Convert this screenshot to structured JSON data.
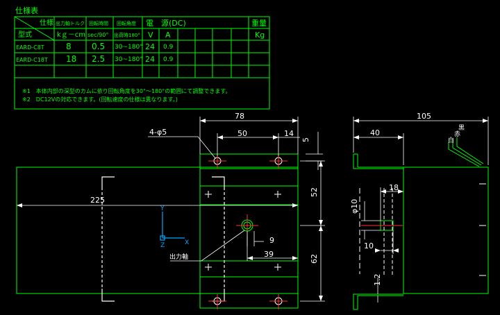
{
  "colors": {
    "background": "#000000",
    "outline": "#00ff00",
    "dimension": "#ffffff",
    "center": "#ff3333",
    "axis": "#00aaff"
  },
  "spec_table": {
    "title": "仕様表",
    "header": {
      "model_group": "仕様",
      "model_label": "型式",
      "torque": "出力軸トルク",
      "rot_time": "回転時間",
      "rot_angle": "回転角度",
      "power": "電　源(DC)",
      "weight": "重量",
      "torque_unit": "kｇ－cm",
      "time_unit": "sec/90°",
      "angle_unit": "出荷時180°",
      "volt_unit": "V",
      "amp_unit": "A",
      "weight_unit": "Kg"
    },
    "rows": [
      {
        "model": "EARD-C8T",
        "torque": "8",
        "time": "0.5",
        "angle": "30~180°",
        "volt": "24",
        "amp": "0.9"
      },
      {
        "model": "EARD-C18T",
        "torque": "18",
        "time": "2.5",
        "angle": "30~180°",
        "volt": "24",
        "amp": "0.9"
      }
    ],
    "notes": [
      "※1　本体内部の深型のカムに依り回転角度を30°～180°の範囲にて調整できます。",
      "※2　DC12Vの対応できます。(回転速度の仕様は異なります。)"
    ]
  },
  "front_view": {
    "dim_78": "78",
    "dim_50": "50",
    "dim_14": "14",
    "dim_5": "5",
    "hole_label": "4-φ5",
    "dim_225": "225",
    "dim_52": "52",
    "dim_62": "62",
    "dim_9": "9",
    "dim_39": "39",
    "shaft_label": "出力軸",
    "axis_y": "Y",
    "axis_z": "Z",
    "axis_x": "X"
  },
  "side_view": {
    "dim_105": "105",
    "dim_40": "40",
    "dim_18": "18",
    "dim_phi10": "φ10",
    "dim_10": "10",
    "dim_1_2": "1.2",
    "wire_black": "黒",
    "wire_red": "赤",
    "wire_white": "白"
  }
}
